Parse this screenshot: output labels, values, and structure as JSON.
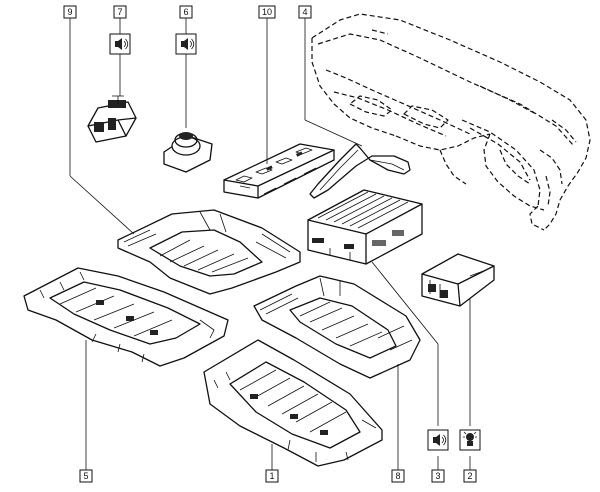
{
  "callouts": [
    {
      "id": "c1",
      "label": "1"
    },
    {
      "id": "c2",
      "label": "2"
    },
    {
      "id": "c3",
      "label": "3"
    },
    {
      "id": "c4",
      "label": "4"
    },
    {
      "id": "c5",
      "label": "5"
    },
    {
      "id": "c6",
      "label": "6"
    },
    {
      "id": "c7",
      "label": "7"
    },
    {
      "id": "c8",
      "label": "8"
    },
    {
      "id": "c9",
      "label": "9"
    },
    {
      "id": "c10",
      "label": "10"
    }
  ],
  "symbols": {
    "speaker_symbol": "speaker-icon",
    "light_symbol": "bulb-icon"
  }
}
